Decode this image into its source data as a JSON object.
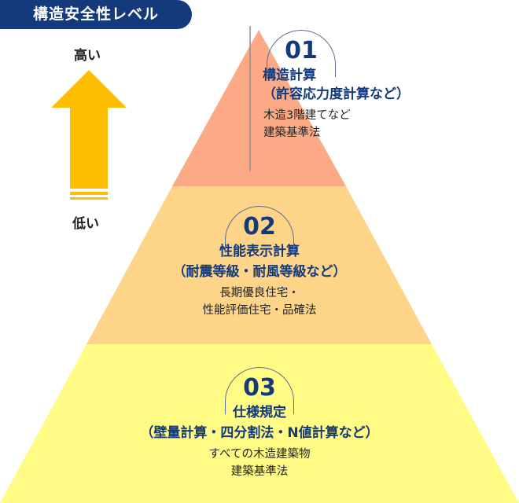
{
  "header": {
    "badge": "構造安全性レベル"
  },
  "scale": {
    "high": "高い",
    "low": "低い"
  },
  "colors": {
    "navy": "#143a7b",
    "arrow": "#ffbe00",
    "tier1": "#fbaa85",
    "tier2": "#fdd488",
    "tier3": "#fffb85"
  },
  "tiers": [
    {
      "number": "01",
      "title": "構造計算",
      "subtitle": "（許容応力度計算など）",
      "desc1": "木造3階建てなど",
      "desc2": "建築基準法"
    },
    {
      "number": "02",
      "title": "性能表示計算",
      "subtitle": "（耐震等級・耐風等級など）",
      "desc1": "長期優良住宅・",
      "desc2": "性能評価住宅・品確法"
    },
    {
      "number": "03",
      "title": "仕様規定",
      "subtitle": "（壁量計算・四分割法・N値計算など）",
      "desc1": "すべての木造建築物",
      "desc2": "建築基準法"
    }
  ]
}
